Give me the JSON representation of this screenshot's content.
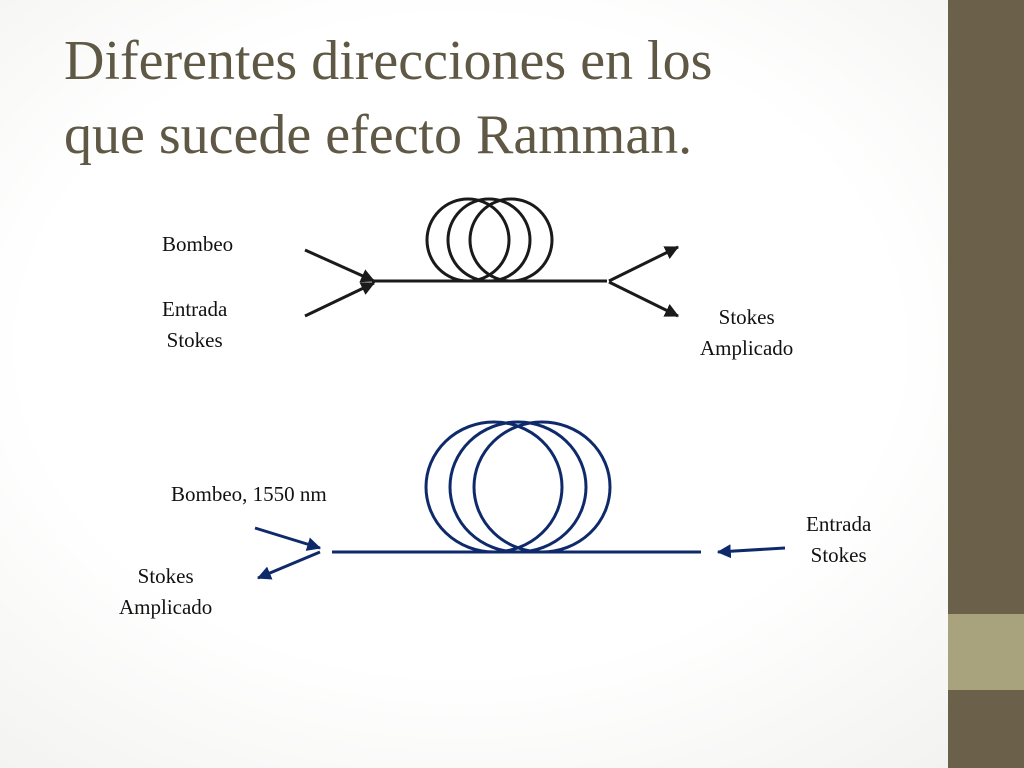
{
  "slide": {
    "title_lines": [
      "Diferentes direcciones en los",
      "que sucede efecto Ramman."
    ]
  },
  "diagram_top": {
    "color": "#1a1a1a",
    "labels": {
      "pump": "Bombeo",
      "input_line1": "Entrada",
      "input_line2": "Stokes",
      "output_line1": "Stokes",
      "output_line2": "Amplicado"
    }
  },
  "diagram_bottom": {
    "color": "#0f2a6b",
    "labels": {
      "pump": "Bombeo, 1550 nm",
      "output_line1": "Stokes",
      "output_line2": "Amplicado",
      "input_line1": "Entrada",
      "input_line2": "Stokes"
    }
  },
  "theme": {
    "title_color": "#5e5845",
    "sidebar_color": "#6b604a",
    "sidebar_accent_color": "#a8a37c"
  }
}
